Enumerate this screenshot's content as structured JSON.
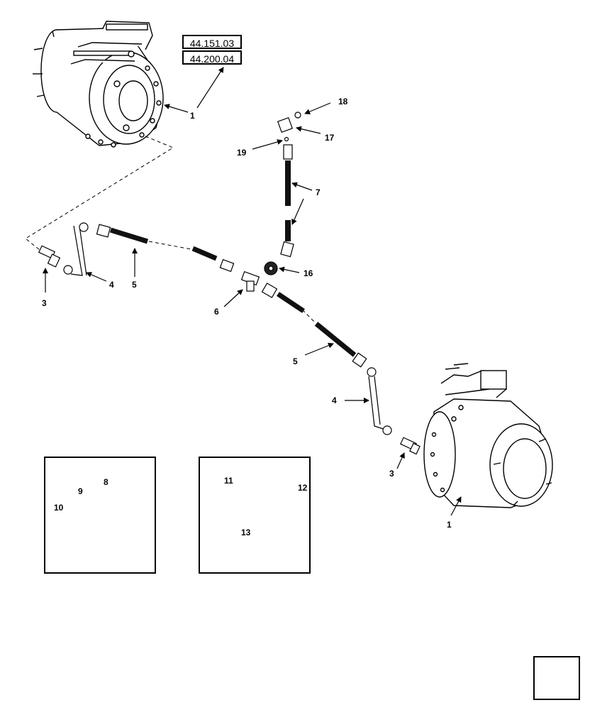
{
  "ref_codes": [
    "44.151.03",
    "44.200.04"
  ],
  "callouts": {
    "c1_top": "1",
    "c18": "18",
    "c17": "17",
    "c19": "19",
    "c7": "7",
    "c16": "16",
    "c3_left": "3",
    "c4_left": "4",
    "c5_left": "5",
    "c6": "6",
    "c5_right": "5",
    "c4_right": "4",
    "c3_right": "3",
    "c1_bottom": "1",
    "c8": "8",
    "c9": "9",
    "c10": "10",
    "c11": "11",
    "c12": "12",
    "c13": "13"
  },
  "nav": {
    "icon": "arrow-icon"
  }
}
